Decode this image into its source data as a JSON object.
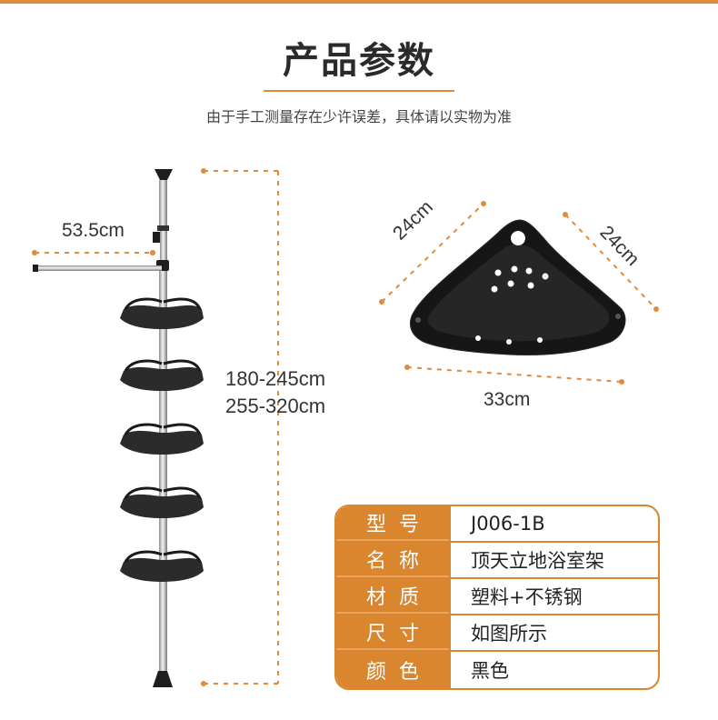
{
  "header": {
    "title": "产品参数",
    "subtitle": "由于手工测量存在少许误差，具体请以实物为准"
  },
  "dimensions": {
    "arm_width": "53.5cm",
    "height_range_1": "180-245cm",
    "height_range_2": "255-320cm",
    "tray_side_left": "24cm",
    "tray_side_right": "24cm",
    "tray_width": "33cm"
  },
  "specs": [
    {
      "key": "型号",
      "value": "J006-1B"
    },
    {
      "key": "名称",
      "value": "顶天立地浴室架"
    },
    {
      "key": "材质",
      "value": "塑料+不锈钢"
    },
    {
      "key": "尺寸",
      "value": "如图所示"
    },
    {
      "key": "颜色",
      "value": "黑色"
    }
  ],
  "colors": {
    "accent": "#e08a3c",
    "table_orange": "#d9862f",
    "shelf_dark": "#2b2b2b"
  }
}
